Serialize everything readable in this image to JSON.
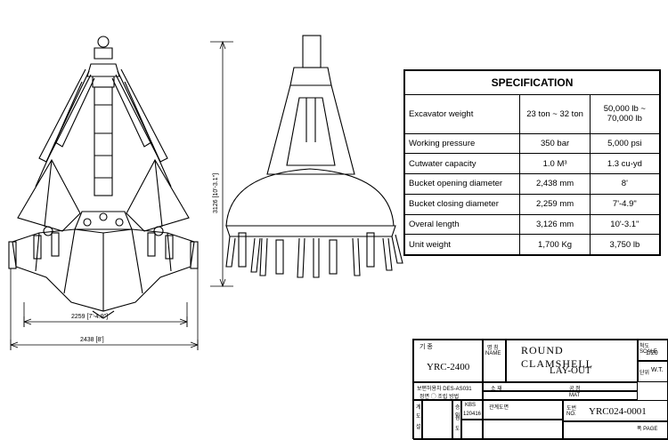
{
  "dimensions": {
    "height": "3126 [10'-3.1\"]",
    "closing": "2259 [7'-4.9\"]",
    "opening": "2438 [8']"
  },
  "spec": {
    "title": "SPECIFICATION",
    "rows": [
      {
        "label": "Excavator weight",
        "metric": "23 ton ~ 32 ton",
        "imperial": "50,000 lb ~ 70,000 lb"
      },
      {
        "label": "Working pressure",
        "metric": "350 bar",
        "imperial": "5,000 psi"
      },
      {
        "label": "Cutwater capacity",
        "metric": "1.0 M³",
        "imperial": "1.3 cu-yd"
      },
      {
        "label": "Bucket opening diameter",
        "metric": "2,438 mm",
        "imperial": "8'"
      },
      {
        "label": "Bucket closing diameter",
        "metric": "2,259 mm",
        "imperial": "7'-4.9\""
      },
      {
        "label": "Overal length",
        "metric": "3,126 mm",
        "imperial": "10'-3.1\""
      },
      {
        "label": "Unit weight",
        "metric": "1,700 Kg",
        "imperial": "3,750 lb"
      }
    ]
  },
  "titleblock": {
    "model_label": "기 종",
    "model": "YRC-2400",
    "name_label_kr": "명 칭",
    "name_label_en": "NAME",
    "name": "ROUND CLAMSHELL",
    "subtitle": "LAY-OUT",
    "scale_label": "척도 SCALE",
    "scale": "1/20",
    "unit_label": "단위",
    "unit": "W.T.",
    "standard": "보편허용차 DES-AS031",
    "method": "정면 ◯ 조립 방법",
    "material_kr": "소 재",
    "material_en": "MAT",
    "process": "공 정",
    "row_a": "계",
    "row_b": "도",
    "row_c": "설",
    "kbs": "KBS",
    "date": "120416",
    "dept": "관계도면",
    "drawing_no_label": "도번",
    "drawing_no_en": "NO.",
    "drawing_no": "YRC024-0001",
    "page_label": "폭 PAGE",
    "row_d": "승 인",
    "row_e": "검",
    "row_f": "도"
  }
}
